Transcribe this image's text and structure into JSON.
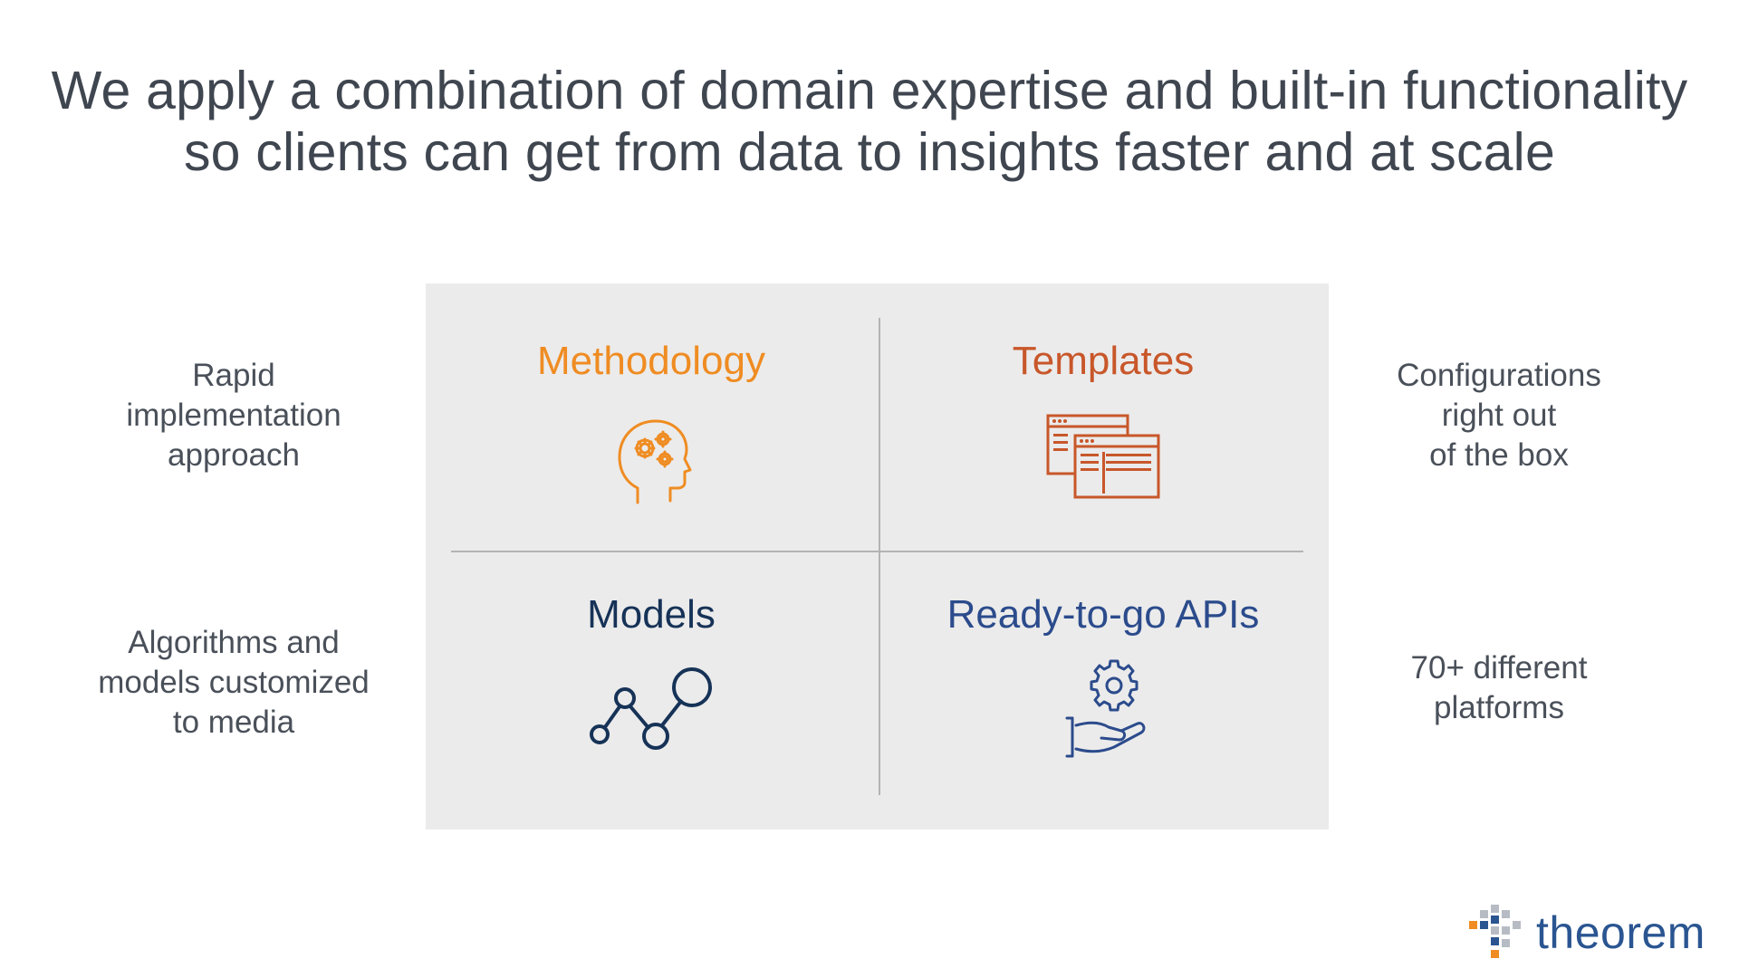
{
  "headline": {
    "line1": "We apply a combination of domain expertise and built-in functionality",
    "line2": "so clients can get from data to insights faster and at scale"
  },
  "quadrants": {
    "methodology": {
      "title": "Methodology",
      "color": "#ef8c22",
      "icon": "head-gears-icon"
    },
    "templates": {
      "title": "Templates",
      "color": "#c8572a",
      "icon": "browser-windows-icon"
    },
    "models": {
      "title": "Models",
      "color": "#163257",
      "icon": "node-graph-icon"
    },
    "apis": {
      "title": "Ready-to-go APIs",
      "color": "#2b4b8c",
      "icon": "hand-gear-icon"
    }
  },
  "side_notes": {
    "top_left": [
      "Rapid",
      "implementation",
      "approach"
    ],
    "bottom_left": [
      "Algorithms and",
      "models customized",
      "to media"
    ],
    "top_right": [
      "Configurations",
      "right out",
      "of the box"
    ],
    "bottom_right": [
      "70+ different",
      "platforms"
    ]
  },
  "logo": {
    "word": "theorem",
    "colors": {
      "orange": "#ef8c22",
      "blue": "#2a5591",
      "gray": "#b7bcc4"
    }
  }
}
